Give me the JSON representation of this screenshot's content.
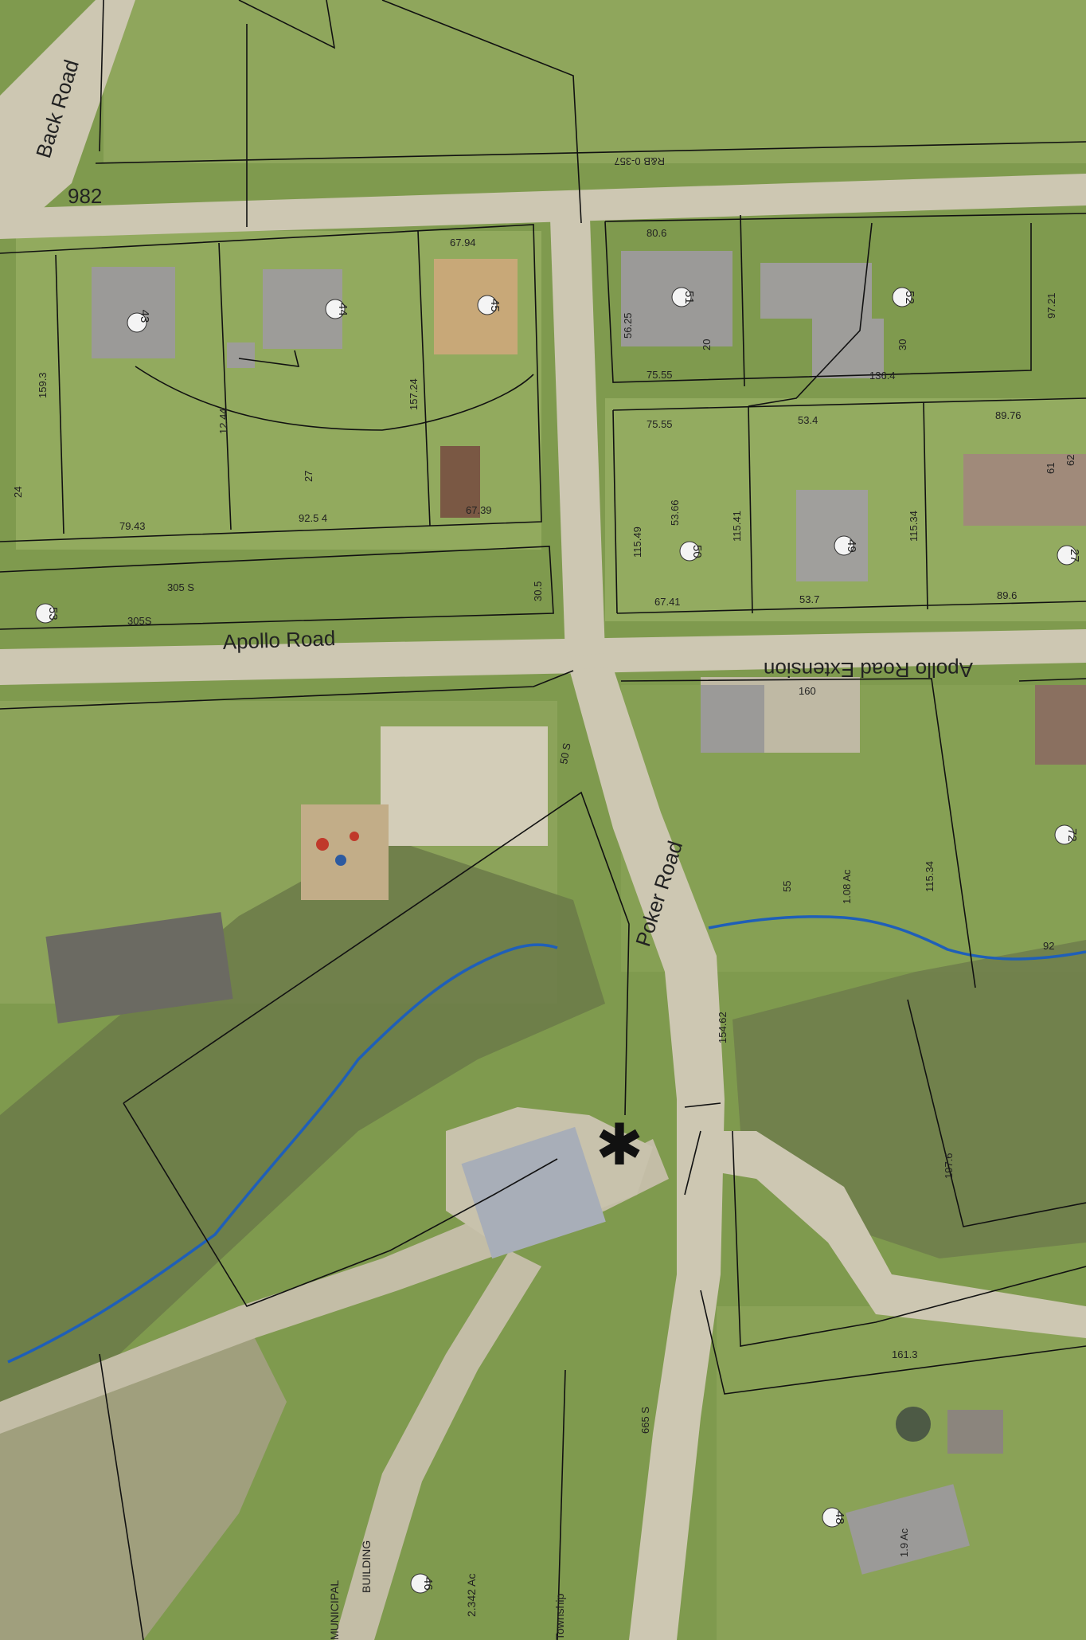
{
  "map": {
    "road_labels": {
      "route_982": "982",
      "back_road": "Back Road",
      "apollo_road": "Apollo Road",
      "apollo_road_ext": "Apollo Road Extension",
      "poker_road": "Poker Road",
      "right_of_way_top": "R&B 0-357"
    },
    "parcels": [
      {
        "id": "p43",
        "num": "43"
      },
      {
        "id": "p44",
        "num": "44"
      },
      {
        "id": "p45",
        "num": "45"
      },
      {
        "id": "p51",
        "num": "51"
      },
      {
        "id": "p52",
        "num": "52"
      },
      {
        "id": "p50",
        "num": "50"
      },
      {
        "id": "p49",
        "num": "49"
      },
      {
        "id": "p27",
        "num": "27"
      },
      {
        "id": "p53",
        "num": "53"
      },
      {
        "id": "p72",
        "num": "72"
      },
      {
        "id": "p46",
        "num": "46"
      },
      {
        "id": "p48",
        "num": "48"
      }
    ],
    "dimensions": {
      "d1": "159.3",
      "d2": "24",
      "d3": "79.43",
      "d4": "92.5 4",
      "d5": "27",
      "d6": "157.24",
      "d7": "67.94",
      "d8": "67.39",
      "d9": "30.5",
      "d10": "305 S",
      "d11": "305S",
      "d12": "80.6",
      "d13": "56.25",
      "d14": "75.55",
      "d15": "20",
      "d16": "136.4",
      "d17": "30",
      "d18": "97.21",
      "d19": "75.55",
      "d20": "53.4",
      "d21": "89.76",
      "d22": "115.49",
      "d23": "53.66",
      "d24": "115.41",
      "d25": "115.34",
      "d26": "67.41",
      "d27": "53.7",
      "d28": "89.6",
      "d29": "160",
      "d30": "50 S",
      "d31": "55",
      "d32": "1.08 Ac",
      "d33": "115.34",
      "d34": "92",
      "d35": "154.62",
      "d36": "197.6",
      "d37": "161.3",
      "d38": "665 S",
      "d39": "2.342 Ac",
      "d40": "1.9 Ac",
      "d41": "61",
      "d42": "62",
      "d43": "12.44"
    },
    "notes": {
      "municipal": "MUNICIPAL",
      "building": "BUILDING",
      "township": "Township"
    },
    "marker": "✱",
    "colors": {
      "grass": "#7f9a4e",
      "grass_light": "#9cb066",
      "road": "#c9c3ae",
      "roof_gray": "#9b9a98",
      "roof_tan": "#c8a878",
      "roof_brown": "#7a5844",
      "stream": "#1f5fb8",
      "parcel_line": "#111111"
    }
  }
}
